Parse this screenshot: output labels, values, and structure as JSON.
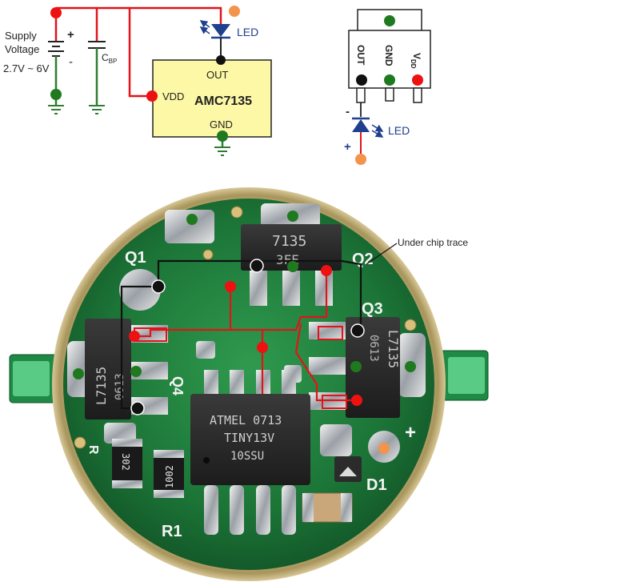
{
  "schematic": {
    "supply_label_line1": "Supply",
    "supply_label_line2": "Voltage",
    "supply_range": "2.7V ~ 6V",
    "plus_sign": "+",
    "minus_sign": "-",
    "capacitor_label": "C",
    "capacitor_subscript": "BP",
    "led_label": "LED",
    "chip_name": "AMC7135",
    "pin_out": "OUT",
    "pin_vdd": "VDD",
    "pin_gnd": "GND"
  },
  "pinout": {
    "pin_out": "OUT",
    "pin_gnd": "GND",
    "pin_vdd_main": "V",
    "pin_vdd_sub": "DD",
    "led_label": "LED",
    "minus_sign": "-",
    "plus_sign": "+"
  },
  "board": {
    "chip_top_marking": "7135",
    "chip_top_code": "3FE",
    "left_chip_marking": "L7135",
    "left_chip_code": "0613",
    "right_chip_marking": "L7135",
    "right_chip_code": "0613",
    "mcu_line1": "ATMEL 0713",
    "mcu_line2": "TINY13V",
    "mcu_line3": "10SSU",
    "resistor1": "302",
    "resistor2": "1002",
    "label_q1": "Q1",
    "label_q2": "Q2",
    "label_q3": "Q3",
    "label_q4": "Q4",
    "label_r1": "R1",
    "label_d1": "D1",
    "label_plus": "+",
    "label_r2": "R",
    "annotation": "Under chip trace"
  },
  "colors": {
    "wire_red": "#e0141a",
    "wire_green": "#2e7d32",
    "led_blue": "#1f3f8f",
    "dot_red": "#ee1111",
    "dot_green": "#1f7a1f",
    "dot_orange": "#f4934a",
    "dot_black": "#111111",
    "chip_fill": "#fdf8a6",
    "pcb_green": "#1e7a3a",
    "brass": "#b7a46a"
  }
}
